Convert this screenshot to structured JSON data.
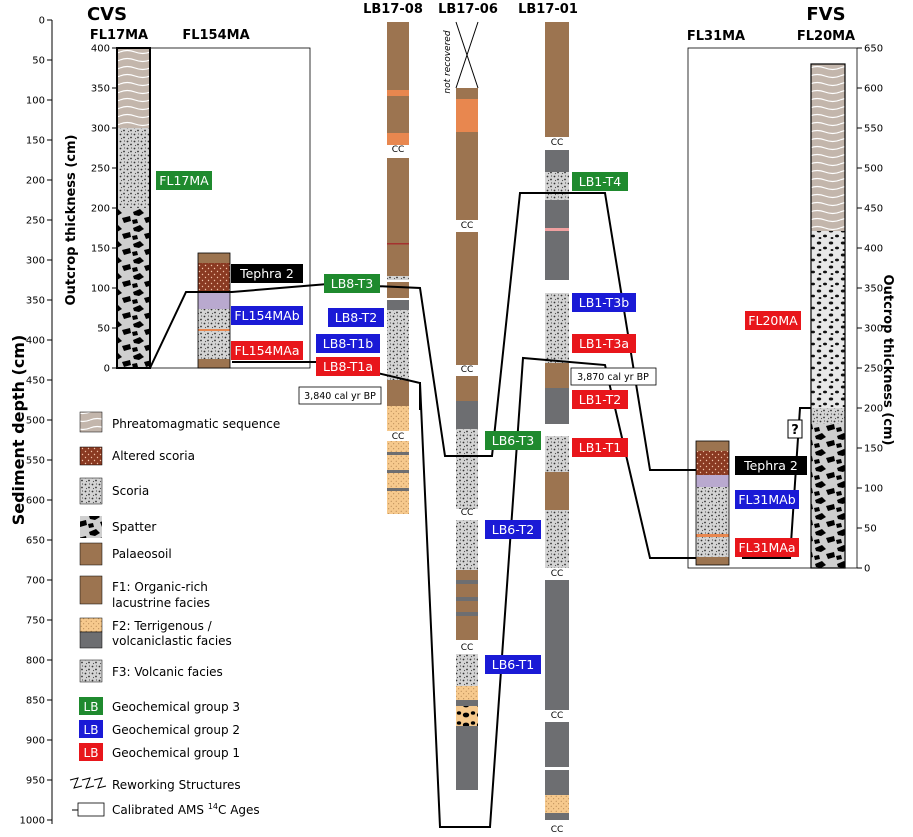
{
  "headings": {
    "cvs": "CVS",
    "fvs": "FVS",
    "fl17ma": "FL17MA",
    "fl154ma": "FL154MA",
    "lb1708": "LB17-08",
    "lb1706": "LB17-06",
    "lb1701": "LB17-01",
    "fl31ma": "FL31MA",
    "fl20ma": "FL20MA"
  },
  "axes": {
    "depth_label": "Sediment depth (cm)",
    "depth_ticks": [
      "0",
      "50",
      "100",
      "150",
      "200",
      "250",
      "300",
      "350",
      "400",
      "450",
      "500",
      "550",
      "600",
      "650",
      "700",
      "750",
      "800",
      "850",
      "900",
      "950",
      "1000"
    ],
    "left_thickness_label": "Outcrop thickness (cm)",
    "left_thickness_ticks": [
      "0",
      "50",
      "100",
      "150",
      "200",
      "250",
      "300",
      "350",
      "400"
    ],
    "right_thickness_label": "Outcrop thickness (cm)",
    "right_thickness_ticks": [
      "0",
      "50",
      "100",
      "150",
      "200",
      "250",
      "300",
      "350",
      "400",
      "450",
      "500",
      "550",
      "600",
      "650"
    ]
  },
  "annotations": {
    "not_recovered": "not recovered",
    "cc": "CC",
    "date_lb08": "3,840 cal yr BP",
    "date_lb01": "3,870 cal yr BP",
    "question": "?"
  },
  "tephra_labels": {
    "fl17ma": "FL17MA",
    "fl154_tephra2": "Tephra 2",
    "fl154mab": "FL154MAb",
    "fl154maa": "FL154MAa",
    "lb8_t3": "LB8-T3",
    "lb8_t2": "LB8-T2",
    "lb8_t1b": "LB8-T1b",
    "lb8_t1a": "LB8-T1a",
    "lb6_t3": "LB6-T3",
    "lb6_t2": "LB6-T2",
    "lb6_t1": "LB6-T1",
    "lb1_t4": "LB1-T4",
    "lb1_t3b": "LB1-T3b",
    "lb1_t3a": "LB1-T3a",
    "lb1_t2": "LB1-T2",
    "lb1_t1": "LB1-T1",
    "fl31_tephra2": "Tephra 2",
    "fl31mab": "FL31MAb",
    "fl31maa": "FL31MAa",
    "fl20ma": "FL20MA"
  },
  "legend": {
    "phreato": "Phreatomagmatic sequence",
    "altered": "Altered scoria",
    "scoria": "Scoria",
    "spatter": "Spatter",
    "palaeosoil": "Palaeosoil",
    "f1_line1": "F1: Organic-rich",
    "f1_line2": "lacustrine facies",
    "f2_line1": "F2: Terrigenous /",
    "f2_line2": "volcaniclastic facies",
    "f3": "F3: Volcanic facies",
    "lb": "LB",
    "group3": "Geochemical group 3",
    "group2": "Geochemical group 2",
    "group1": "Geochemical group 1",
    "reworking": "Reworking Structures",
    "calibrated_prefix": "Calibrated AMS ",
    "calibrated_sup": "14",
    "calibrated_suffix": "C Ages"
  },
  "colors": {
    "group3": "#1f8a2e",
    "group2": "#1a1ad6",
    "group1": "#e8161b",
    "tephra2": "#000000",
    "organic": "#9c7450",
    "altered": "#8a3a22",
    "orange": "#e8874f",
    "gray": "#6d6e71",
    "sand": "#f6c98d",
    "lilac": "#b9a9cf",
    "phreato": "#c3b6ac"
  }
}
